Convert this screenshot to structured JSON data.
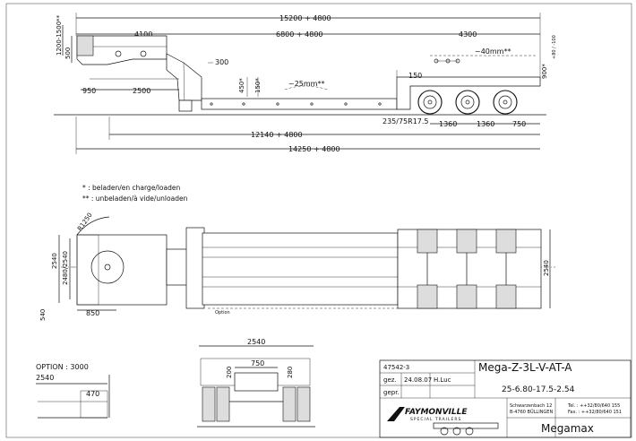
{
  "side_view": {
    "overall_length": "15200 + 4800",
    "gooseneck_length": "4100",
    "deck_length": "6800 + 4800",
    "rear_length": "4300",
    "height_range": "1200-1500**",
    "gooseneck_height": "500",
    "swan_step": "300",
    "deck_height": "450*",
    "deck_height_b": "150*",
    "deck_sag": "~25mm**",
    "rear_step": "150",
    "rear_sag": "~40mm**",
    "rear_height": "900*",
    "axle_travel": "+80 / -100",
    "front_overhang": "950",
    "kingpin_length": "2500",
    "tyre_size": "235/75R17.5",
    "axle_spacing_1": "1360",
    "axle_spacing_2": "1360",
    "rear_overhang": "750",
    "loading_length": "12140 + 4800",
    "total_length": "14250 + 4800"
  },
  "notes": {
    "loaded": "* : beladen/en charge/loaden",
    "unloaded": "** : unbeladen/à vide/unloaden"
  },
  "top_view": {
    "radius": "R1250",
    "width_front": "2540",
    "gooseneck_width": "2480/2540",
    "kingpin_offset": "540",
    "kingpin_dim": "850",
    "option_label": "Option",
    "width_rear": "2540"
  },
  "rear_view": {
    "width": "2540",
    "inner_width": "750",
    "height_left": "200",
    "height_right": "280"
  },
  "option_detail": {
    "option": "OPTION : 3000",
    "width": "2540",
    "extension": "470"
  },
  "title_block": {
    "drawing_number": "47542-3",
    "model": "Mega-Z-3L-V-AT-A",
    "drawn_label": "gez.",
    "date": "24.08.07",
    "author": "H.Luc",
    "checked_label": "gepr.",
    "spec": "25-6.80-17.5-2.54",
    "brand": "FAYMONVILLE",
    "brand_sub": "SPECIAL TRAILERS",
    "address_1": "Schwarzenbach 12",
    "address_2": "B-4760 BÜLLINGEN",
    "phone": "Tel. : ++32/80/640 155",
    "fax": "Fax. : ++32/80/640 151",
    "product": "Megamax"
  }
}
